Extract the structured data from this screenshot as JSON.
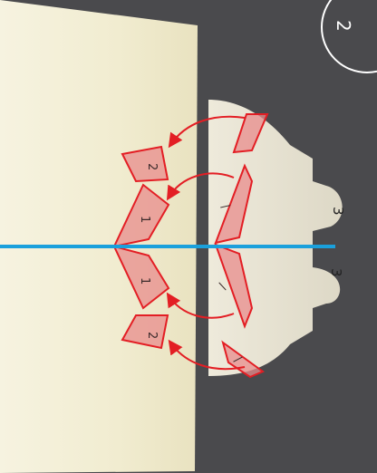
{
  "step_badge": {
    "label": "2"
  },
  "flap_labels": {
    "left_top_outer": "2",
    "left_top_inner": "1",
    "left_bottom_inner": "1",
    "left_bottom_outer": "2",
    "tab_top": "3",
    "tab_bottom": "3",
    "right_top_inner": "/",
    "right_bottom_inner": "/",
    "right_bottom_outer": "/"
  },
  "colors": {
    "background": "#4a4a4d",
    "paper": "#f3efd6",
    "fold_line": "#1aa0dc",
    "flap_fill": "#e88c8c",
    "flap_stroke": "#e31e24",
    "arrow": "#e31e24",
    "badge_stroke": "#ffffff"
  },
  "icons": {
    "fold_arrows": "curved-arrow-icon",
    "step_badge": "circle-badge"
  }
}
